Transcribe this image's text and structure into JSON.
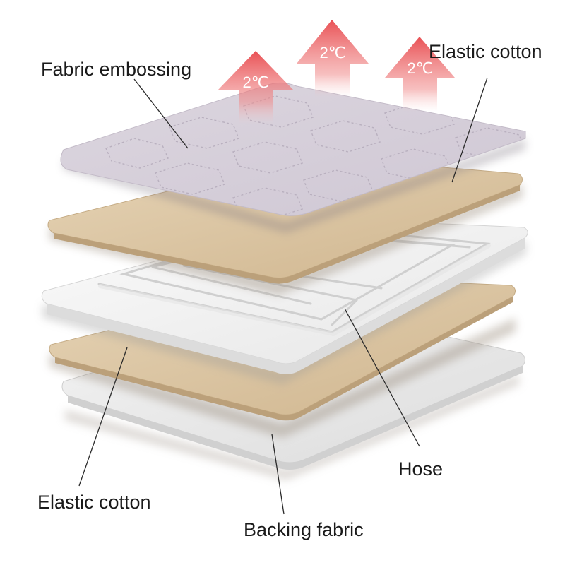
{
  "colors": {
    "background": "#ffffff",
    "fabric_layer": "#d9d3dc",
    "cotton_layer": "#dcc7a6",
    "hose_layer": "#f1f1f1",
    "backing_layer": "#e9e9e9",
    "heat_arrow": "#e8575a",
    "leader_line": "#2a2a2a"
  },
  "heat_arrows": [
    {
      "label": "2℃"
    },
    {
      "label": "2℃"
    },
    {
      "label": "2℃"
    }
  ],
  "layers": [
    {
      "name": "fabric-embossing-layer"
    },
    {
      "name": "elastic-cotton-top-layer"
    },
    {
      "name": "hose-layer"
    },
    {
      "name": "elastic-cotton-bottom-layer"
    },
    {
      "name": "backing-fabric-layer"
    }
  ],
  "callouts": {
    "fabric_embossing": "Fabric embossing",
    "elastic_cotton_top": "Elastic cotton",
    "hose": "Hose",
    "elastic_cotton_bottom": "Elastic cotton",
    "backing_fabric": "Backing fabric"
  }
}
